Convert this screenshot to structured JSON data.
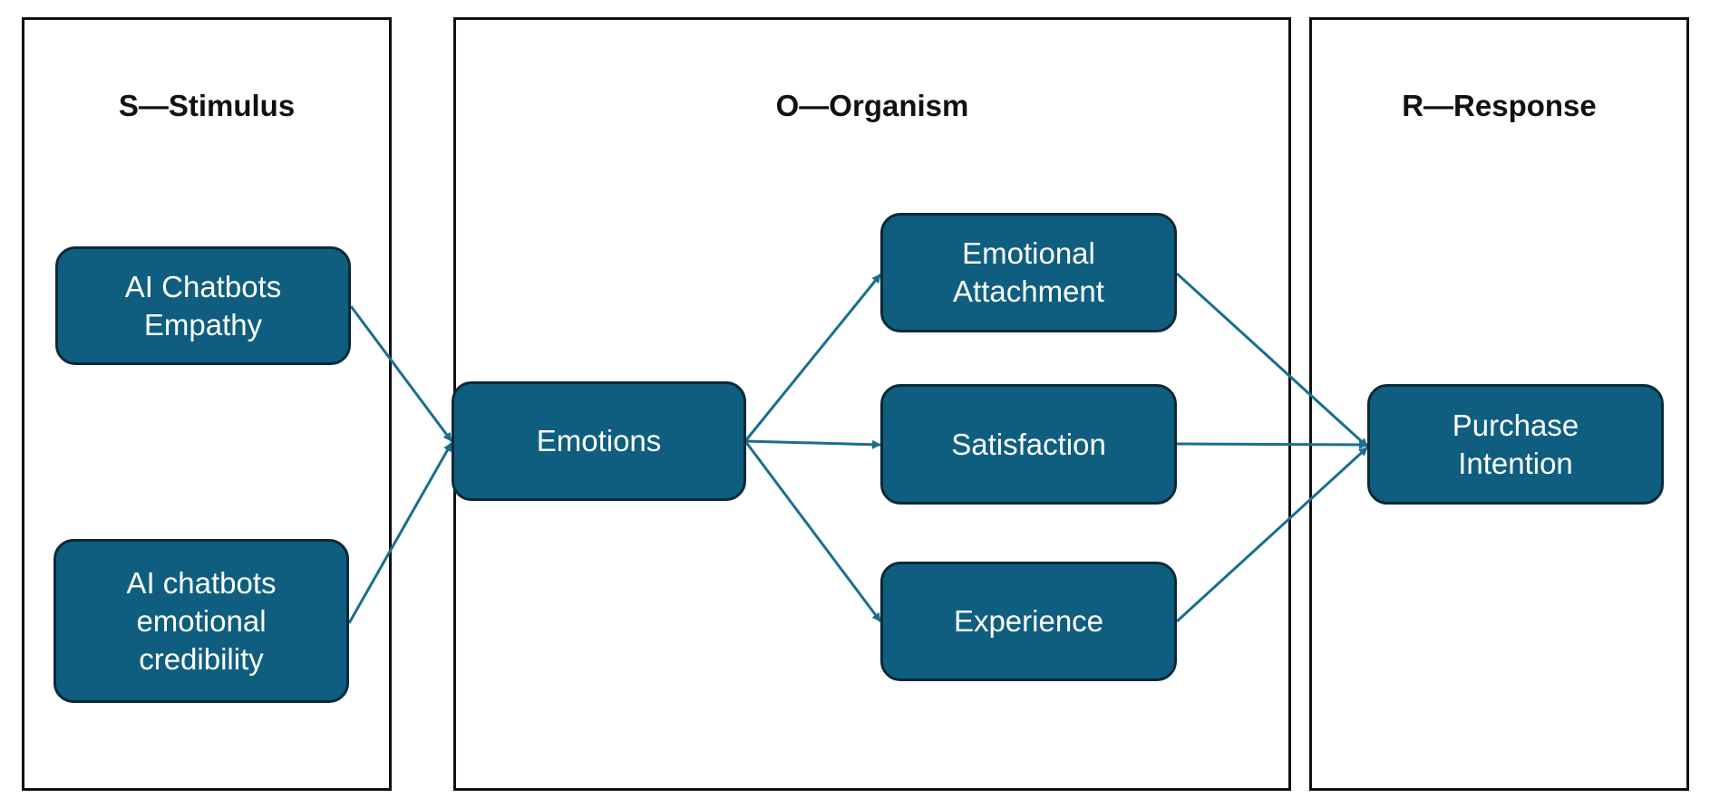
{
  "panels": {
    "stimulus": "S—Stimulus",
    "organism": "O—Organism",
    "response": "R—Response"
  },
  "nodes": {
    "empathy": "AI Chatbots\nEmpathy",
    "credibility": "AI chatbots\nemotional\ncredibility",
    "emotions": "Emotions",
    "attachment": "Emotional\nAttachment",
    "satisfaction": "Satisfaction",
    "experience": "Experience",
    "purchase": "Purchase\nIntention"
  },
  "colors": {
    "node_fill": "#0f5e80",
    "node_border": "#0a2a38",
    "arrow": "#1a6e8e",
    "panel_border": "#111111"
  }
}
